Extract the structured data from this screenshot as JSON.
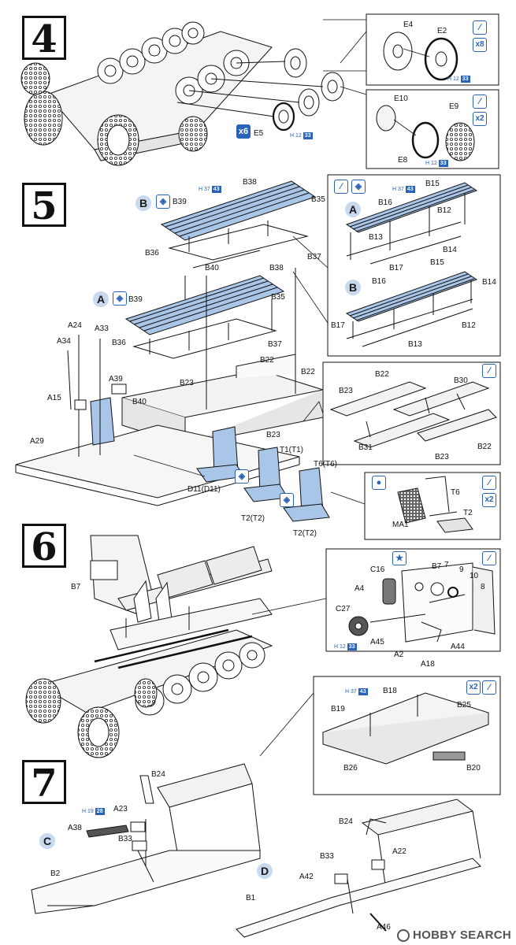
{
  "steps": [
    "4",
    "5",
    "6",
    "7"
  ],
  "subassemblies": {
    "a": "A",
    "b": "B",
    "c": "C",
    "d": "D"
  },
  "badges": {
    "count8": "x8",
    "count2": "x2",
    "count6": "x6"
  },
  "refs": {
    "h12_33": [
      "H 12",
      "33"
    ],
    "h37_43": [
      "H 37",
      "43"
    ],
    "h19_28": [
      "H 19",
      "28"
    ]
  },
  "step4": {
    "labels": [
      "E4",
      "E2",
      "E5",
      "E10",
      "E9",
      "E8"
    ]
  },
  "step5": {
    "labels": [
      "B38",
      "B39",
      "B35",
      "B36",
      "B37",
      "B40",
      "B38",
      "B39",
      "B35",
      "B36",
      "B37",
      "A24",
      "A33",
      "A34",
      "A39",
      "A15",
      "A29",
      "B22",
      "B23",
      "B40",
      "B22",
      "B23",
      "D11(D11)",
      "T1(T1)",
      "T6(T6)",
      "T2(T2)",
      "T2(T2)",
      "B15",
      "B16",
      "B12",
      "B13",
      "B14",
      "B17",
      "B15",
      "B16",
      "B14",
      "B17",
      "B12",
      "B13",
      "B22",
      "B23",
      "B30",
      "B31",
      "B23",
      "B22",
      "T6",
      "MA1",
      "T2"
    ]
  },
  "step6": {
    "labels": [
      "B7",
      "C16",
      "B7",
      "A4",
      "C27",
      "A45",
      "A2",
      "A44",
      "A18",
      "B18",
      "B19",
      "B25",
      "B26",
      "B20"
    ]
  },
  "step6_circled": [
    "7",
    "9",
    "10",
    "8"
  ],
  "step7": {
    "labels": [
      "B24",
      "A23",
      "A38",
      "B33",
      "B2",
      "B24",
      "B33",
      "A22",
      "A42",
      "B1",
      "A46"
    ]
  },
  "watermark": "HOBBY SEARCH",
  "colors": {
    "accent": "#2a62b8",
    "seat": "#a9c6e8",
    "line": "#111111"
  }
}
